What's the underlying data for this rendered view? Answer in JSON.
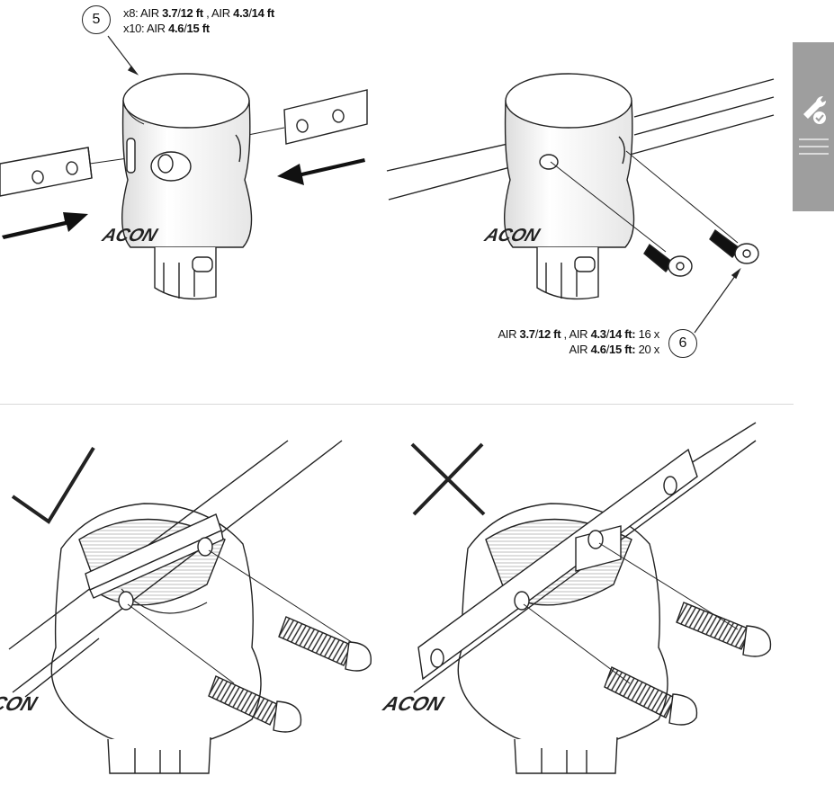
{
  "step5": {
    "number": "5",
    "line1_prefix": "x8: AIR ",
    "line1_val1": "3.7",
    "line1_sep1": "/",
    "line1_val2": "12 ft",
    "line1_mid": " , AIR ",
    "line1_val3": "4.3",
    "line1_sep2": "/",
    "line1_val4": "14 ft",
    "line2_prefix": "x10: AIR ",
    "line2_val1": "4.6",
    "line2_sep": "/",
    "line2_val2": "15 ft"
  },
  "step6": {
    "number": "6",
    "line1_prefix": "AIR ",
    "line1_val1": "3.7",
    "line1_sep1": "/",
    "line1_val2": "12 ft",
    "line1_mid": " , AIR ",
    "line1_val3": "4.3",
    "line1_sep2": "/",
    "line1_val4": "14 ft:",
    "line1_qty": " 16 x",
    "line2_prefix": "AIR ",
    "line2_val1": "4.6",
    "line2_sep": "/",
    "line2_val2": "15 ft:",
    "line2_qty": " 20 x"
  },
  "brand_mark": "ACON",
  "side_tab": {
    "icon": "wrench-check-icon",
    "menu_icon": "hamburger-icon",
    "color": "#9e9e9e"
  },
  "marks": {
    "correct": "checkmark-icon",
    "incorrect": "cross-icon"
  }
}
